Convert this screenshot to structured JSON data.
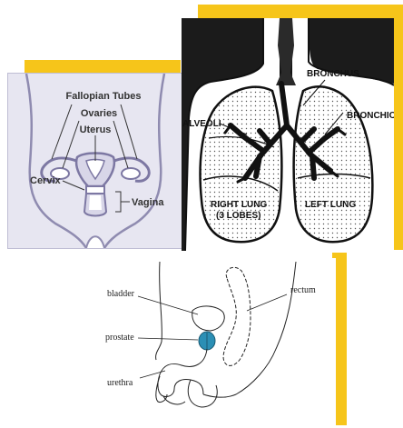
{
  "colors": {
    "accent_yellow": "#f6c51a",
    "panel_lavender": "#e7e6f1",
    "outline_purple": "#7d78a3",
    "lung_panel_dark": "#1b1b1b",
    "prostate_blue": "#2b8fb5"
  },
  "reproductive": {
    "labels": {
      "fallopian_tubes": "Fallopian Tubes",
      "ovaries": "Ovaries",
      "uterus": "Uterus",
      "cervix": "Cervix",
      "vagina": "Vagina"
    }
  },
  "lungs": {
    "labels": {
      "bronchus": "BRONCHUS",
      "bronchiole": "BRONCHIOLE",
      "alveoli": "ALVEOLI",
      "right_lung_line1": "RIGHT LUNG",
      "right_lung_line2": "(3 LOBES)",
      "left_lung": "LEFT LUNG"
    }
  },
  "male": {
    "labels": {
      "bladder": "bladder",
      "prostate": "prostate",
      "urethra": "urethra",
      "rectum": "rectum"
    }
  }
}
